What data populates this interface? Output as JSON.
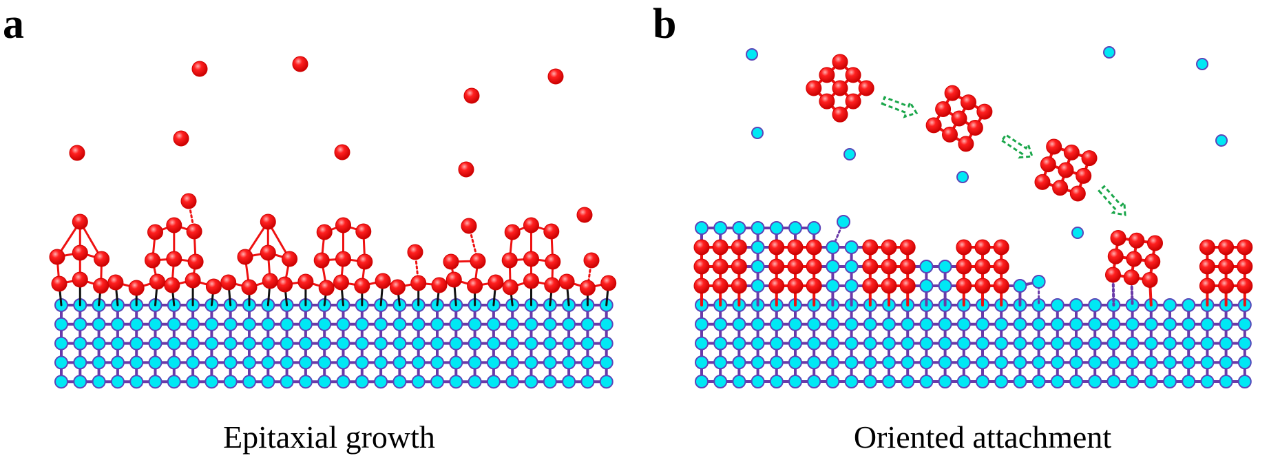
{
  "panels": [
    {
      "label": "a",
      "caption": "Epitaxial growth"
    },
    {
      "label": "b",
      "caption": "Oriented attachment"
    }
  ],
  "colors": {
    "deposit_atom": "#ee1111",
    "substrate_atom": "#00e8f4",
    "substrate_bond": "#6a3aa8",
    "interface_bond": "#111111",
    "arrow": "#1aa64a"
  }
}
